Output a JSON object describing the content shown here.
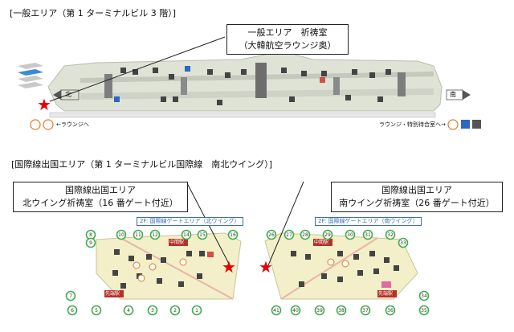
{
  "sections": {
    "general_title": "[一般エリア（第 1 ターミナルビル 3 階）]",
    "intl_title": "[国際線出国エリア（第 1 ターミナルビル国際線　南北ウイング）]"
  },
  "callouts": {
    "general": {
      "line1": "一般エリア　祈祷室",
      "line2": "（大韓航空ラウンジ奥）"
    },
    "north": {
      "line1": "国際線出国エリア",
      "line2": "北ウイング祈祷室（16 番ゲート付近）"
    },
    "south": {
      "line1": "国際線出国エリア",
      "line2": "南ウイング祈祷室（26 番ゲート付近）"
    }
  },
  "general_map": {
    "north_label": "北",
    "south_label": "南",
    "lounge_left": "←ラウンジへ",
    "lounge_right": "ラウンジ・特別待合室へ→"
  },
  "intl_map": {
    "north_banner": "2F: 国際線ゲートエリア（北ウイング）",
    "south_banner": "2F: 国際線ゲートエリア（南ウイング）",
    "central_stop": "中間駅",
    "end_stop": "先端駅",
    "north_gates": [
      "8",
      "10",
      "11",
      "12",
      "14",
      "15",
      "16",
      "9",
      "7",
      "6",
      "5",
      "4",
      "3",
      "2",
      "1"
    ],
    "south_gates": [
      "26",
      "27",
      "28",
      "29",
      "30",
      "31",
      "32",
      "33",
      "34",
      "35",
      "36",
      "37",
      "38",
      "39",
      "40",
      "41"
    ]
  },
  "colors": {
    "star": "#e60000",
    "banner": "#3b6fb5",
    "map_fill": "#dfe3d6",
    "intl_fill": "#f3efc8",
    "gate": "#3fae49"
  },
  "icons": [
    "prayer-room-star-icon",
    "toilet-icon",
    "elevator-icon",
    "information-icon",
    "shuttle-station-icon"
  ]
}
